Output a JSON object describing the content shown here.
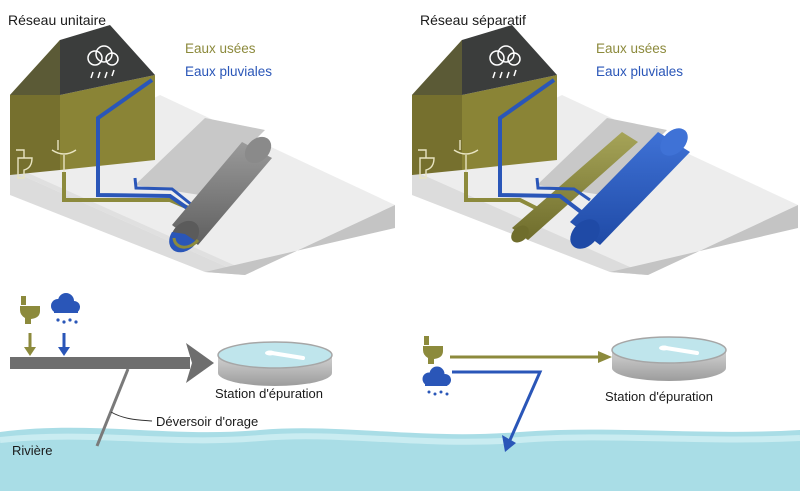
{
  "unitary": {
    "title": "Réseau unitaire",
    "legend_wastewater": "Eaux usées",
    "legend_stormwater": "Eaux pluviales",
    "station_label": "Station d'épuration",
    "overflow_label": "Déversoir d'orage"
  },
  "separate": {
    "title": "Réseau séparatif",
    "legend_wastewater": "Eaux usées",
    "legend_stormwater": "Eaux pluviales",
    "station_label": "Station d'épuration"
  },
  "river_label": "Rivière",
  "colors": {
    "wastewater": "#8c8a3c",
    "stormwater": "#2a56b8",
    "combined": "#6e6e6e",
    "river": "#a9dde6",
    "house_wall": "#76702e",
    "roof": "#3b3d3c"
  }
}
